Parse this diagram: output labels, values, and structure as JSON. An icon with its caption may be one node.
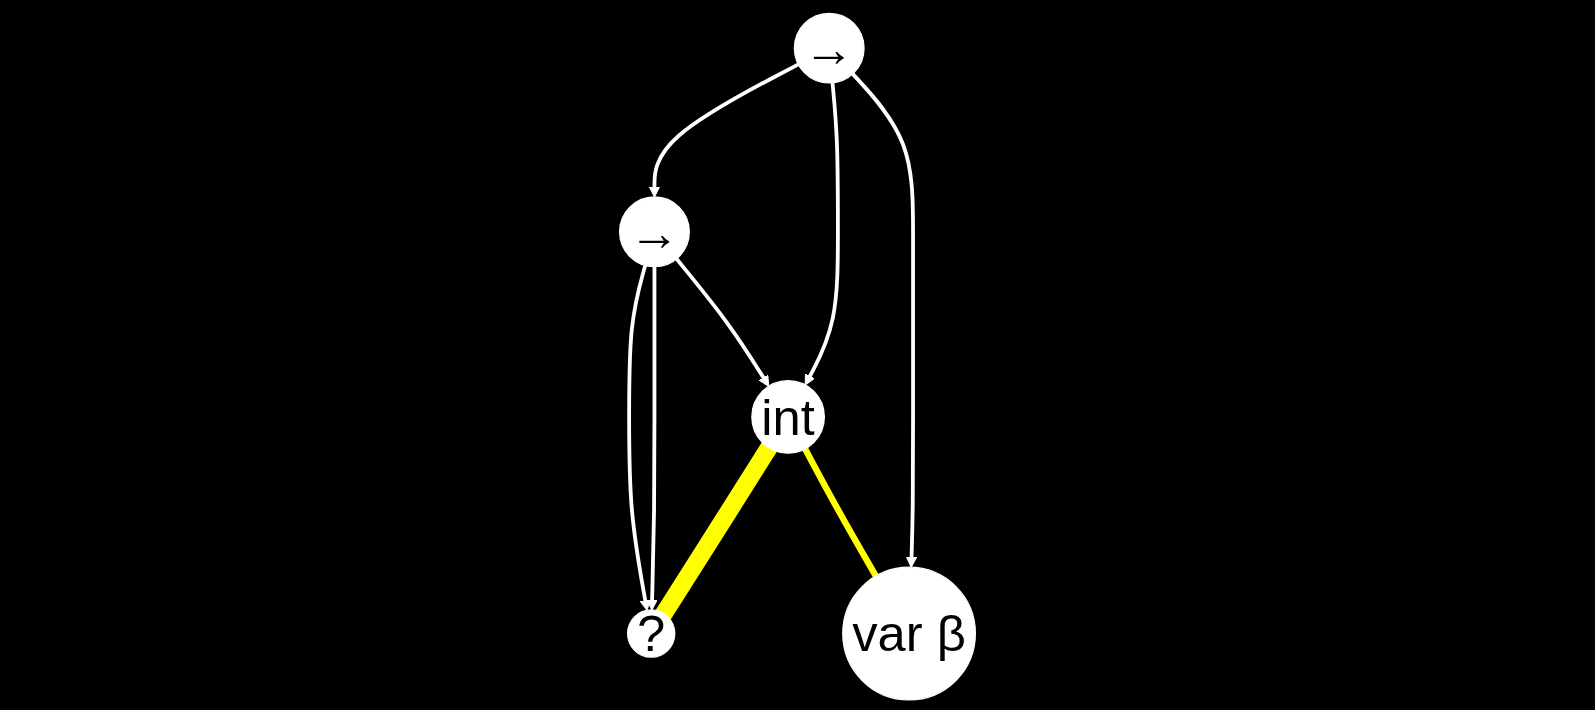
{
  "diagram": {
    "nodes": [
      {
        "text": [
          "→"
        ]
      },
      {
        "text": [
          "→"
        ]
      },
      {
        "text": [
          "var β"
        ]
      },
      {
        "text": [
          "int"
        ]
      },
      {
        "text": [
          "?"
        ]
      }
    ],
    "edges": [
      {
        "from": 0,
        "to": 1,
        "arrow": "to"
      },
      {
        "from": 0,
        "to": 3,
        "arrow": "to"
      },
      {
        "from": 0,
        "to": 2,
        "arrow": "to"
      },
      {
        "from": 1,
        "to": 4,
        "arrow": "to"
      },
      {
        "from": 1,
        "to": 4,
        "arrow": "to"
      },
      {
        "from": 1,
        "to": 3,
        "arrow": "to"
      },
      {
        "from": 3,
        "to": 4,
        "arrow": "none",
        "style": "thick",
        "color": "#ffff00"
      },
      {
        "from": 3,
        "to": 2,
        "arrow": "none",
        "color": "#ffff00"
      }
    ]
  }
}
